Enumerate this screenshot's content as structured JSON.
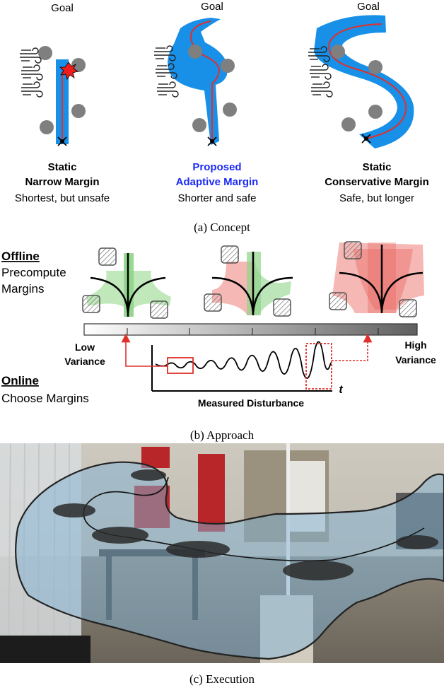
{
  "panels": [
    {
      "goal": "Goal",
      "title1": "Static",
      "title2": "Narrow Margin",
      "subtitle": "Shortest, but unsafe"
    },
    {
      "goal": "Goal",
      "title1": "Proposed",
      "title2": "Adaptive Margin",
      "subtitle": "Shorter and safe"
    },
    {
      "goal": "Goal",
      "title1": "Static",
      "title2": "Conservative Margin",
      "subtitle": "Safe, but longer"
    }
  ],
  "captions": {
    "concept": "(a) Concept",
    "approach": "(b) Approach",
    "execution": "(c) Execution"
  },
  "approach": {
    "offline_title": "Offline",
    "offline_line1": "Precompute",
    "offline_line2": "Margins",
    "online_title": "Online",
    "online_line1": "Choose Margins",
    "low_line1": "Low",
    "low_line2": "Variance",
    "high_line1": "High",
    "high_line2": "Variance",
    "axis_t": "t",
    "measured": "Measured Disturbance"
  },
  "colors": {
    "margin_blue": "#1890e8",
    "path_red": "#e0302a",
    "adaptive_blue": "#1d2cf5",
    "green": "#8fd48a",
    "red_margin": "#e8625c",
    "obstacle": "#7f7f7f"
  }
}
